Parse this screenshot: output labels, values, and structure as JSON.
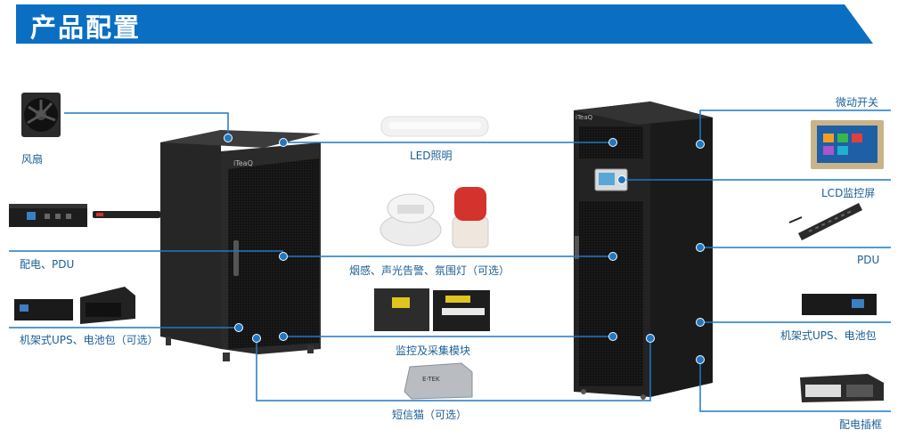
{
  "header": {
    "title": "产品配置",
    "color": "#0a6fc2"
  },
  "line_color": "#1f78c4",
  "cabinet_brand": "iTeaQ",
  "panel_display": "",
  "labels": {
    "fan": "风扇",
    "pdu_power": "配电、PDU",
    "rack_ups_left": "机架式UPS、电池包（可选）",
    "led": "LED照明",
    "smoke": "烟感、声光告警、氛围灯（可选）",
    "monitor_module": "监控及采集模块",
    "sms_cat": "短信猫（可选）",
    "micro_switch": "微动开关",
    "lcd": "LCD监控屏",
    "pdu": "PDU",
    "rack_ups_right": "机架式UPS、电池包",
    "power_socket_box": "配电插框"
  },
  "sms_device_brand": "E-TEK"
}
